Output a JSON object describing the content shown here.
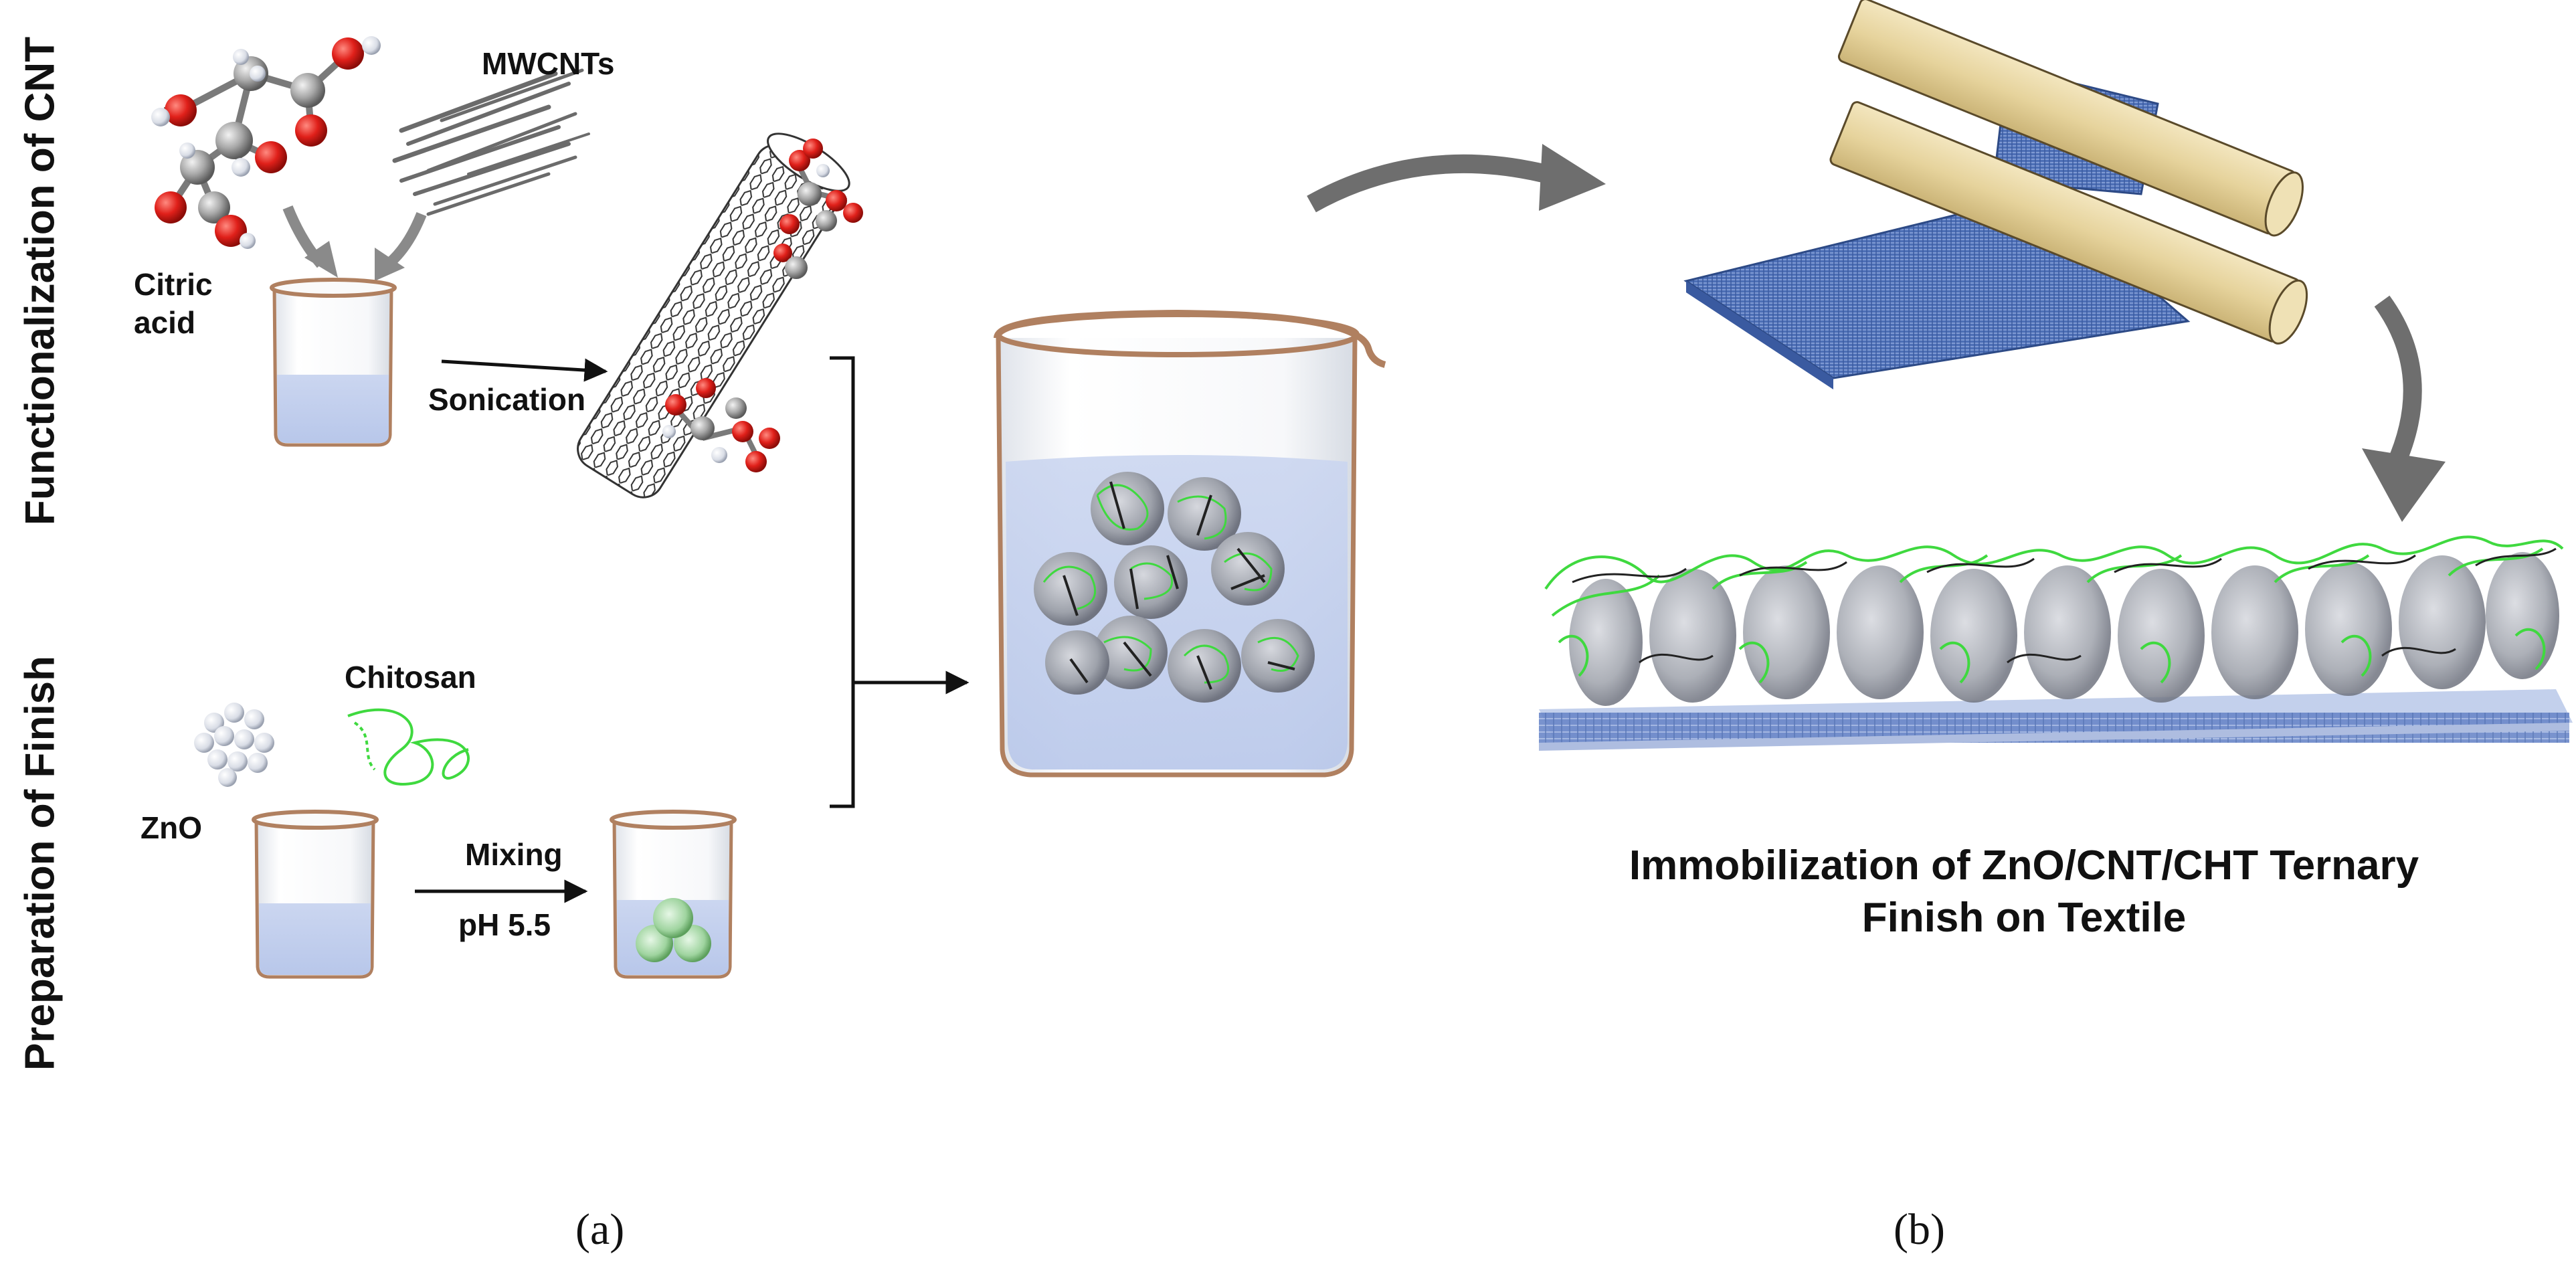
{
  "labels": {
    "functionalization": "Functionalization of CNT",
    "preparation": "Preparation of  Finish",
    "mwcnts": "MWCNTs",
    "citric_acid_line1": "Citric",
    "citric_acid_line2": "acid",
    "sonication": "Sonication",
    "chitosan": "Chitosan",
    "zno": "ZnO",
    "mixing": "Mixing",
    "ph": "pH 5.5"
  },
  "result_title": {
    "line1": "Immobilization of ZnO/CNT/CHT Ternary",
    "line2": "Finish on Textile"
  },
  "captions": {
    "a": "(a)",
    "b": "(b)"
  },
  "colors": {
    "atom_red": "#e0201a",
    "atom_grey": "#9a9a9a",
    "liquid": "#c9d4ee",
    "beaker_rim": "#b08060",
    "fabric_blue": "#4a6db3",
    "roller": "#e9d9a8",
    "chitosan_green": "#3fd93f",
    "arrow_grey": "#6e6e6e"
  }
}
